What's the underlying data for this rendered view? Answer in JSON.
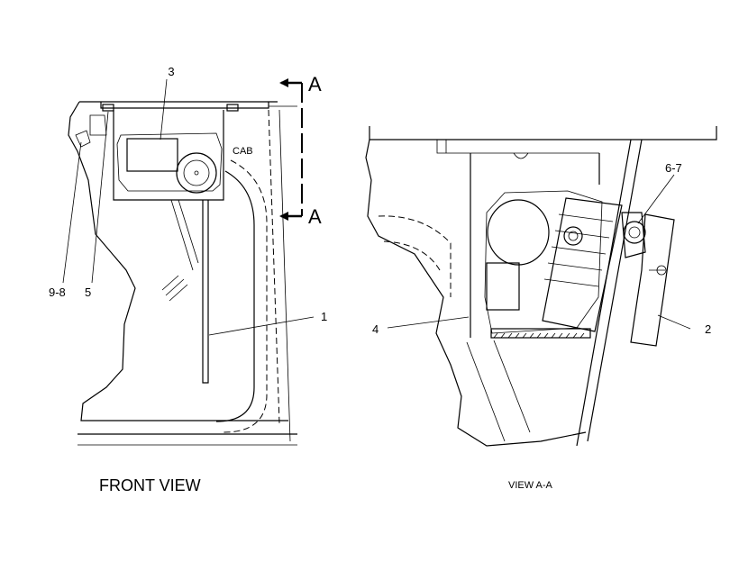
{
  "callouts": {
    "c1": "1",
    "c2": "2",
    "c3": "3",
    "c4": "4",
    "c5": "5",
    "c67": "6-7",
    "c98": "9-8"
  },
  "section_marker": "A",
  "cab_label": "CAB",
  "titles": {
    "front_view": "FRONT VIEW",
    "view_aa": "VIEW A-A"
  }
}
